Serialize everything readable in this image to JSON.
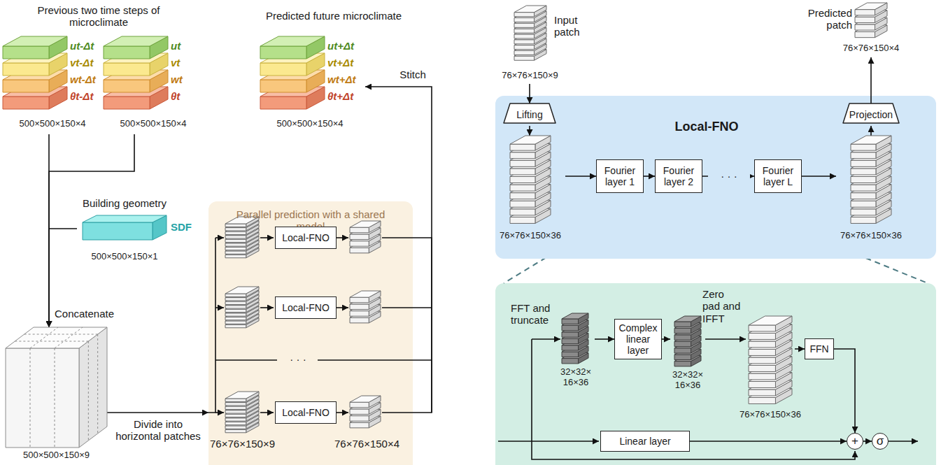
{
  "diagram": {
    "nodes": [
      {
        "text": [
          "ut-Δt",
          "vt-Δt",
          "wt-Δt",
          "θt-Δt",
          "500×500×150×4"
        ]
      },
      {
        "text": [
          "ut",
          "vt",
          "wt",
          "θt",
          "500×500×150×4"
        ]
      },
      {
        "text": [
          "Predicted future microclimate",
          "ut+Δt",
          "vt+Δt",
          "wt+Δt",
          "θt+Δt",
          "500×500×150×4"
        ]
      },
      {
        "text": [
          "Building geometry",
          "SDF",
          "500×500×150×1"
        ]
      },
      {
        "text": [
          "500×500×150×9"
        ]
      },
      {
        "text": [
          "Parallel prediction with a shared model"
        ]
      },
      {
        "text": [
          "Local-FNO"
        ],
        "in": 5
      },
      {
        "text": [
          "Local-FNO"
        ],
        "in": 5
      },
      {
        "text": [
          "Local-FNO"
        ],
        "in": 5
      },
      {
        "text": [
          "Input patch",
          "76×76×150×9"
        ]
      },
      {
        "text": [
          "Predicted patch",
          "76×76×150×4"
        ]
      },
      {
        "text": [
          "Local-FNO"
        ]
      },
      {
        "text": [
          "Lifting"
        ],
        "in": 11
      },
      {
        "text": [
          "76×76×150×36"
        ],
        "in": 11
      },
      {
        "text": [
          "Fourier layer 1"
        ],
        "in": 11
      },
      {
        "text": [
          "Fourier layer 2"
        ],
        "in": 11
      },
      {
        "text": [
          "Fourier layer L"
        ],
        "in": 11
      },
      {
        "text": [
          "76×76×150×36"
        ],
        "in": 11
      },
      {
        "text": [
          "Projection"
        ],
        "in": 11
      },
      {
        "text": [
          "FFT and truncate",
          "32×32× 16×36"
        ]
      },
      {
        "text": [
          "Complex linear layer"
        ]
      },
      {
        "text": [
          "32×32× 16×36"
        ]
      },
      {
        "text": [
          "Zero pad and IFFT",
          "76×76×150×36"
        ]
      },
      {
        "text": [
          "FFN"
        ]
      },
      {
        "text": [
          "Linear layer"
        ]
      },
      {
        "text": [
          "+"
        ]
      },
      {
        "text": [
          "σ"
        ]
      }
    ],
    "edges": [
      {
        "from": 0,
        "to": 4,
        "arrow": "to"
      },
      {
        "from": 1,
        "to": 4,
        "arrow": "to"
      },
      {
        "from": 3,
        "to": 4,
        "arrow": "to"
      },
      {
        "from": 4,
        "to": 5,
        "label": "Divide into horizontal patches",
        "arrow": "to"
      },
      {
        "from": 5,
        "to": 2,
        "label": "Stitch",
        "arrow": "to"
      },
      {
        "from": 9,
        "to": 12,
        "arrow": "to"
      },
      {
        "from": 12,
        "to": 13,
        "arrow": "to"
      },
      {
        "from": 13,
        "to": 14,
        "arrow": "to"
      },
      {
        "from": 14,
        "to": 15,
        "arrow": "to"
      },
      {
        "from": 15,
        "to": 16,
        "label": "· · ·",
        "arrow": "to"
      },
      {
        "from": 16,
        "to": 17,
        "arrow": "to"
      },
      {
        "from": 17,
        "to": 18,
        "arrow": "to"
      },
      {
        "from": 18,
        "to": 10,
        "arrow": "to"
      },
      {
        "from": 19,
        "to": 20,
        "arrow": "to"
      },
      {
        "from": 20,
        "to": 21,
        "arrow": "to"
      },
      {
        "from": 21,
        "to": 22,
        "arrow": "to"
      },
      {
        "from": 22,
        "to": 23,
        "arrow": "to"
      },
      {
        "from": 23,
        "to": 25,
        "arrow": "to"
      },
      {
        "from": 24,
        "to": 25,
        "arrow": "to"
      },
      {
        "from": 25,
        "to": 26,
        "arrow": "to"
      }
    ],
    "labels": [
      "Previous two time steps of microclimate",
      "Concatenate",
      "· · ·",
      "76×76×150×9",
      "76×76×150×4"
    ]
  }
}
